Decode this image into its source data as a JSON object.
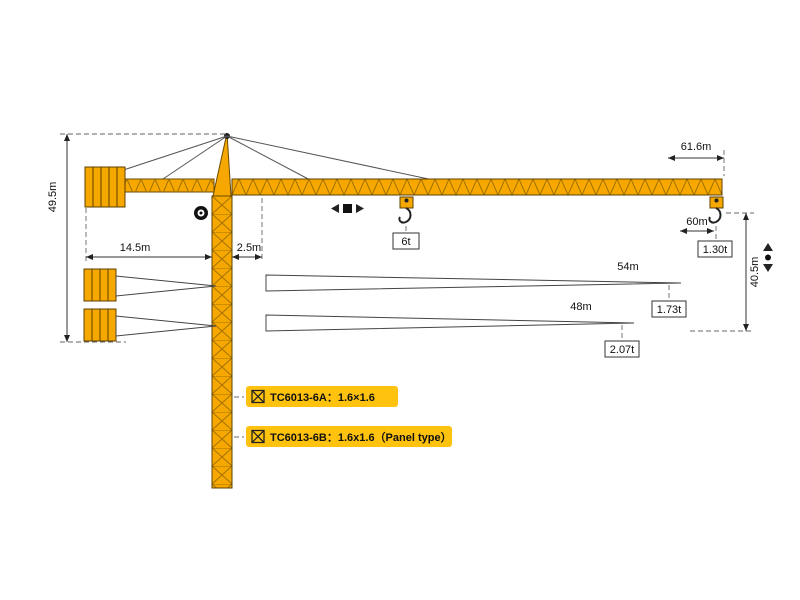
{
  "dimensions": {
    "max_radius": "61.6m",
    "tip_radius": "60m",
    "hook_travel": "40.5m",
    "tower_height": "49.5m",
    "counter_jib_radius": "14.5m",
    "rear_offset": "2.5m",
    "jib_54": "54m",
    "jib_48": "48m"
  },
  "capacities": {
    "max_load": "6t",
    "tip_load_616": "1.30t",
    "tip_load_54": "1.73t",
    "tip_load_48": "2.07t"
  },
  "mast_sections": {
    "model_a": "TC6013-6A：1.6×1.6",
    "model_b": "TC6013-6B：1.6x1.6（Panel type）"
  },
  "colors": {
    "crane_yellow": "#F6A800",
    "label_yellow": "#FFC20E",
    "line_dark": "#333333"
  }
}
